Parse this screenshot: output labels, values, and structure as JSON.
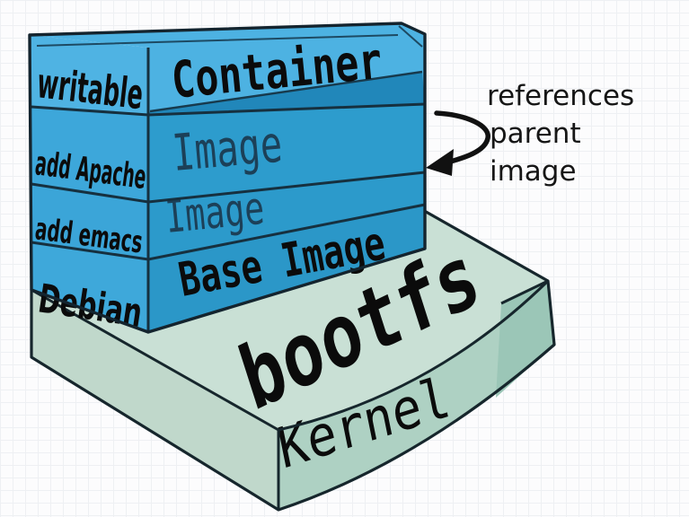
{
  "diagram": {
    "stack": {
      "layers": [
        {
          "side": "writable",
          "front": "Container"
        },
        {
          "side": "add Apache",
          "front": "Image"
        },
        {
          "side": "add emacs",
          "front": "Image"
        },
        {
          "side": "Debian",
          "front": "Base Image"
        }
      ]
    },
    "platform": {
      "top_label": "bootfs",
      "front_label": "Kernel"
    },
    "annotation": {
      "lines": [
        "references",
        "parent",
        "image"
      ]
    },
    "colors": {
      "layer_front_blue": "#2d9ccd",
      "layer_side_blue": "#3fa8da",
      "container_top_blue": "#4db2e2",
      "box_floor_blue": "#2187ba",
      "platform_top_green": "#c9e0d5",
      "platform_front_green": "#aed1c3",
      "outline_dark": "#16303f",
      "annotation_text": "#161616"
    }
  }
}
